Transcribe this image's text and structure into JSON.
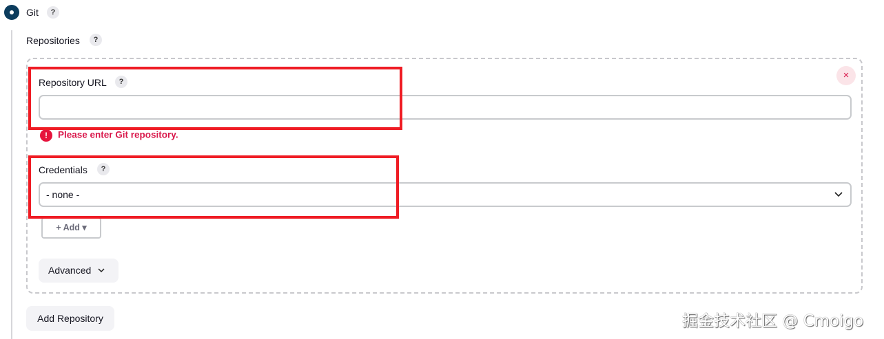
{
  "scm": {
    "option_label": "Git",
    "help": "?",
    "selected": true
  },
  "repositories": {
    "label": "Repositories",
    "help": "?",
    "items": [
      {
        "remove_icon": "×",
        "url_field": {
          "label": "Repository URL",
          "help": "?",
          "value": "",
          "placeholder": "",
          "error_icon": "!",
          "error": "Please enter Git repository."
        },
        "credentials": {
          "label": "Credentials",
          "help": "?",
          "selected": "- none -",
          "chevron": "⌄",
          "add_label": "+ Add ▾"
        },
        "advanced_label": "Advanced",
        "advanced_chevron": "⌄"
      }
    ],
    "add_repository_label": "Add Repository"
  },
  "highlight_color": "#ef1c24",
  "error_color": "#d9184b",
  "watermark": "掘金技术社区 @ Cmoigo"
}
